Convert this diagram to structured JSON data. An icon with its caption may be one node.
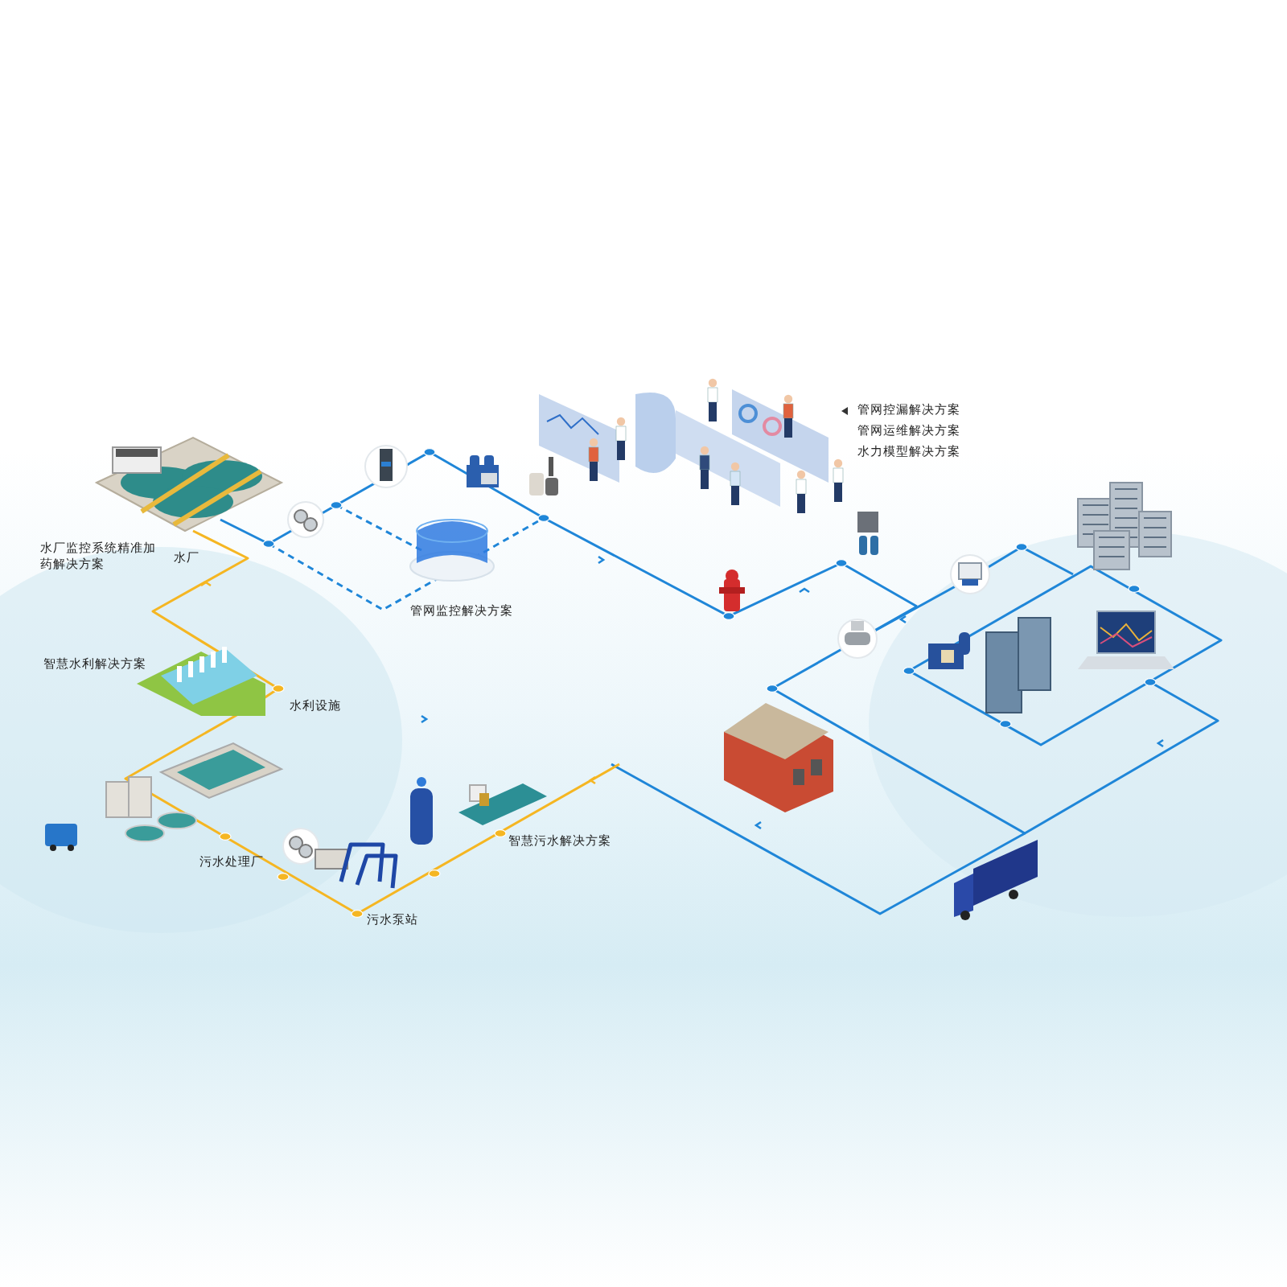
{
  "diagram": {
    "labels": [
      "管网控漏解决方案",
      "管网运维解决方案",
      "水力模型解决方案",
      "水厂监控系统精准加药解决方案",
      "水厂",
      "管网监控解决方案",
      "智慧水利解决方案",
      "水利设施",
      "智慧污水解决方案",
      "污水处理厂",
      "污水泵站"
    ]
  }
}
